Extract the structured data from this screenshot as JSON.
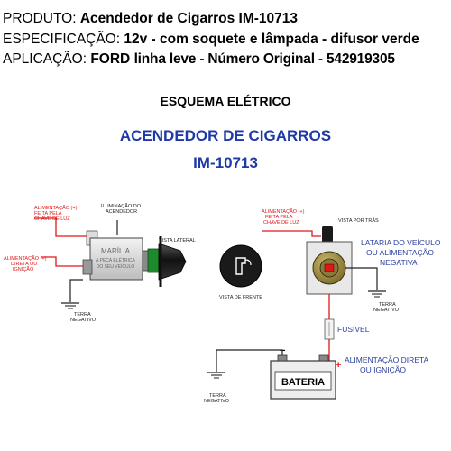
{
  "header": {
    "produto_label": "PRODUTO:",
    "produto_value": "Acendedor de Cigarros IM-10713",
    "espec_label": "ESPECIFICAÇÃO:",
    "espec_value": "12v - com soquete e lâmpada  - difusor verde",
    "aplic_label": "APLICAÇÃO:",
    "aplic_brand": "FORD",
    "aplic_value": "linha leve  -  Número Original - 542919305"
  },
  "section_title": "ESQUEMA ELÉTRICO",
  "diagram_title_1": "ACENDEDOR DE CIGARROS",
  "diagram_title_2": "IM-10713",
  "left_diagram": {
    "feed_key_1": "ALIMENTAÇÃO (+)",
    "feed_key_2": "FEITA PELA",
    "feed_key_3": "CHAVE DE LUZ",
    "lighting_1": "ILUMINAÇÃO DO",
    "lighting_2": "ACENDEDOR",
    "side_view": "VISTA LATERAL",
    "feed_direct_1": "ALIMENTAÇÃO (+)",
    "feed_direct_2": "DIRETA OU",
    "feed_direct_3": "IGNIÇÃO",
    "brand": "MARÍLIA",
    "brand_sub_1": "A PEÇA ELÉTRICA",
    "brand_sub_2": "DO SEU VEÍCULO",
    "ground_1": "TERRA",
    "ground_2": "NEGATIVO"
  },
  "front_view": "VISTA DE FRENTE",
  "right_diagram": {
    "feed_key_1": "ALIMENTAÇÃO (+)",
    "feed_key_2": "FEITA PELA",
    "feed_key_3": "CHAVE DE LUZ",
    "rear_view": "VISTA POR TRÁS",
    "body_1": "LATARIA DO VEÍCULO",
    "body_2": "OU ALIMENTAÇÃO",
    "body_3": "NEGATIVA",
    "ground_1": "TERRA",
    "ground_2": "NEGATIVO",
    "fuse": "FUSÍVEL",
    "plus": "+",
    "minus": "−",
    "feed_direct_1": "ALIMENTAÇÃO DIRETA",
    "feed_direct_2": "OU IGNIÇÃO",
    "battery": "BATERIA",
    "ground_b_1": "TERRA",
    "ground_b_2": "NEGATIVO"
  },
  "colors": {
    "title_blue": "#1f3aa6",
    "wire_red": "#e01818",
    "lamp_green": "#1e8a2e",
    "label_blue": "#2b3f9e"
  }
}
